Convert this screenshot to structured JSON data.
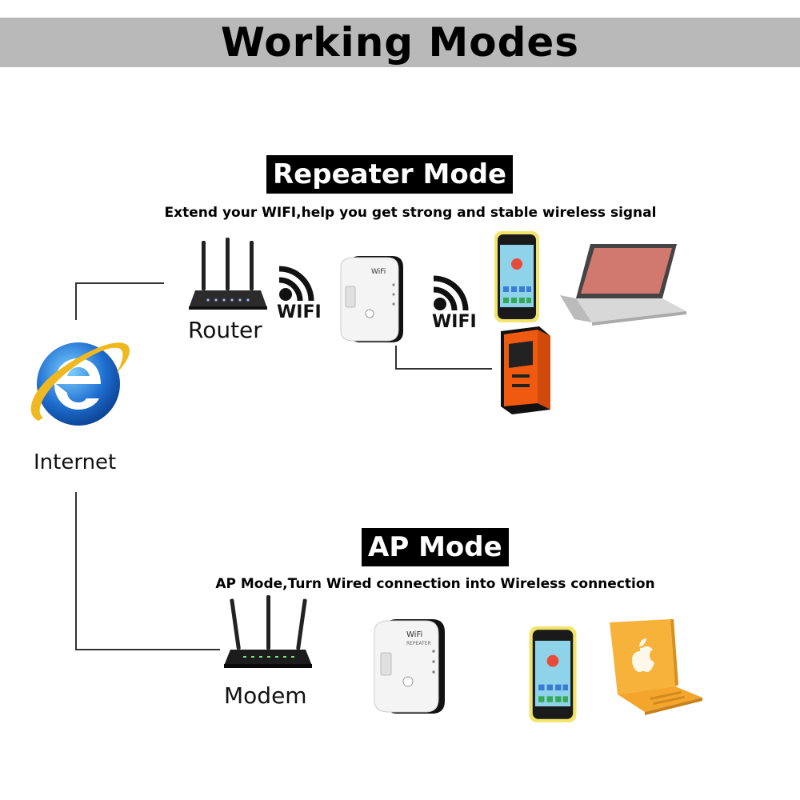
{
  "header": {
    "title": "Working Modes"
  },
  "internet": {
    "label": "Internet",
    "icon": "internet-explorer-icon"
  },
  "repeater": {
    "title": "Repeater Mode",
    "subtitle": "Extend your WIFI,help you get strong and stable wireless signal",
    "router_label": "Router",
    "wifi_label_1": "WIFI",
    "wifi_label_2": "WIFI",
    "devices": [
      "smartphone-icon",
      "laptop-icon",
      "desktop-pc-icon"
    ]
  },
  "ap": {
    "title": "AP Mode",
    "subtitle": "AP Mode,Turn Wired connection into Wireless connection",
    "modem_label": "Modem",
    "devices": [
      "smartphone-icon",
      "laptop-icon"
    ]
  },
  "device": {
    "brand_text": "WiFi",
    "model_text": "REPEATER"
  },
  "colors": {
    "banner": "#b9b9b9",
    "label_bg": "#000000",
    "ie_blue": "#1e6fd0",
    "ie_ring": "#f0b820",
    "phone_screen": "#8ed3ea",
    "phone_case": "#f2e36a",
    "pc_orange": "#f05a10",
    "laptop_gold": "#f6b23a"
  }
}
